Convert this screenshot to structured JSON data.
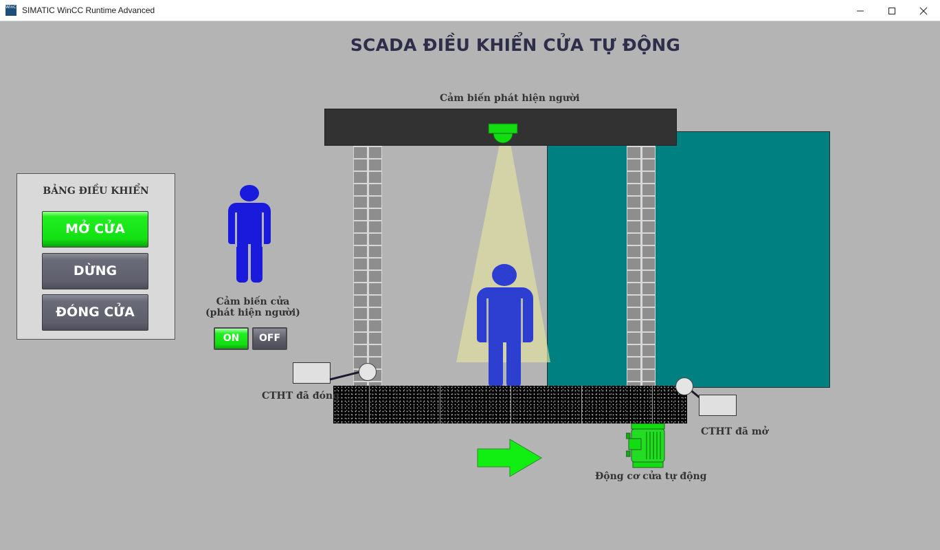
{
  "window": {
    "title": "SIMATIC WinCC Runtime Advanced",
    "icon_label": "WinCC"
  },
  "screen": {
    "title": "SCADA ĐIỀU KHIỂN CỬA TỰ ĐỘNG"
  },
  "control_panel": {
    "title": "BẢNG ĐIỀU KHIỂN",
    "open_label": "MỞ CỬA",
    "stop_label": "DỪNG",
    "close_label": "ĐÓNG CỬA"
  },
  "door_sensor": {
    "label_line1": "Cảm biến cửa",
    "label_line2": "(phát hiện người)",
    "on_label": "ON",
    "off_label": "OFF"
  },
  "presence_sensor": {
    "label": "Cảm biến phát hiện người"
  },
  "limit_switches": {
    "closed_label": "CTHT đã đóng",
    "opened_label": "CTHT đã mở"
  },
  "motor": {
    "label": "Động cơ cửa tự động"
  },
  "colors": {
    "active_green": "#11dd11",
    "door_teal": "#008080",
    "person_blue": "#1a1adc",
    "person_in_door_blue": "#2d3fd0",
    "background": "#b4b4b4"
  }
}
